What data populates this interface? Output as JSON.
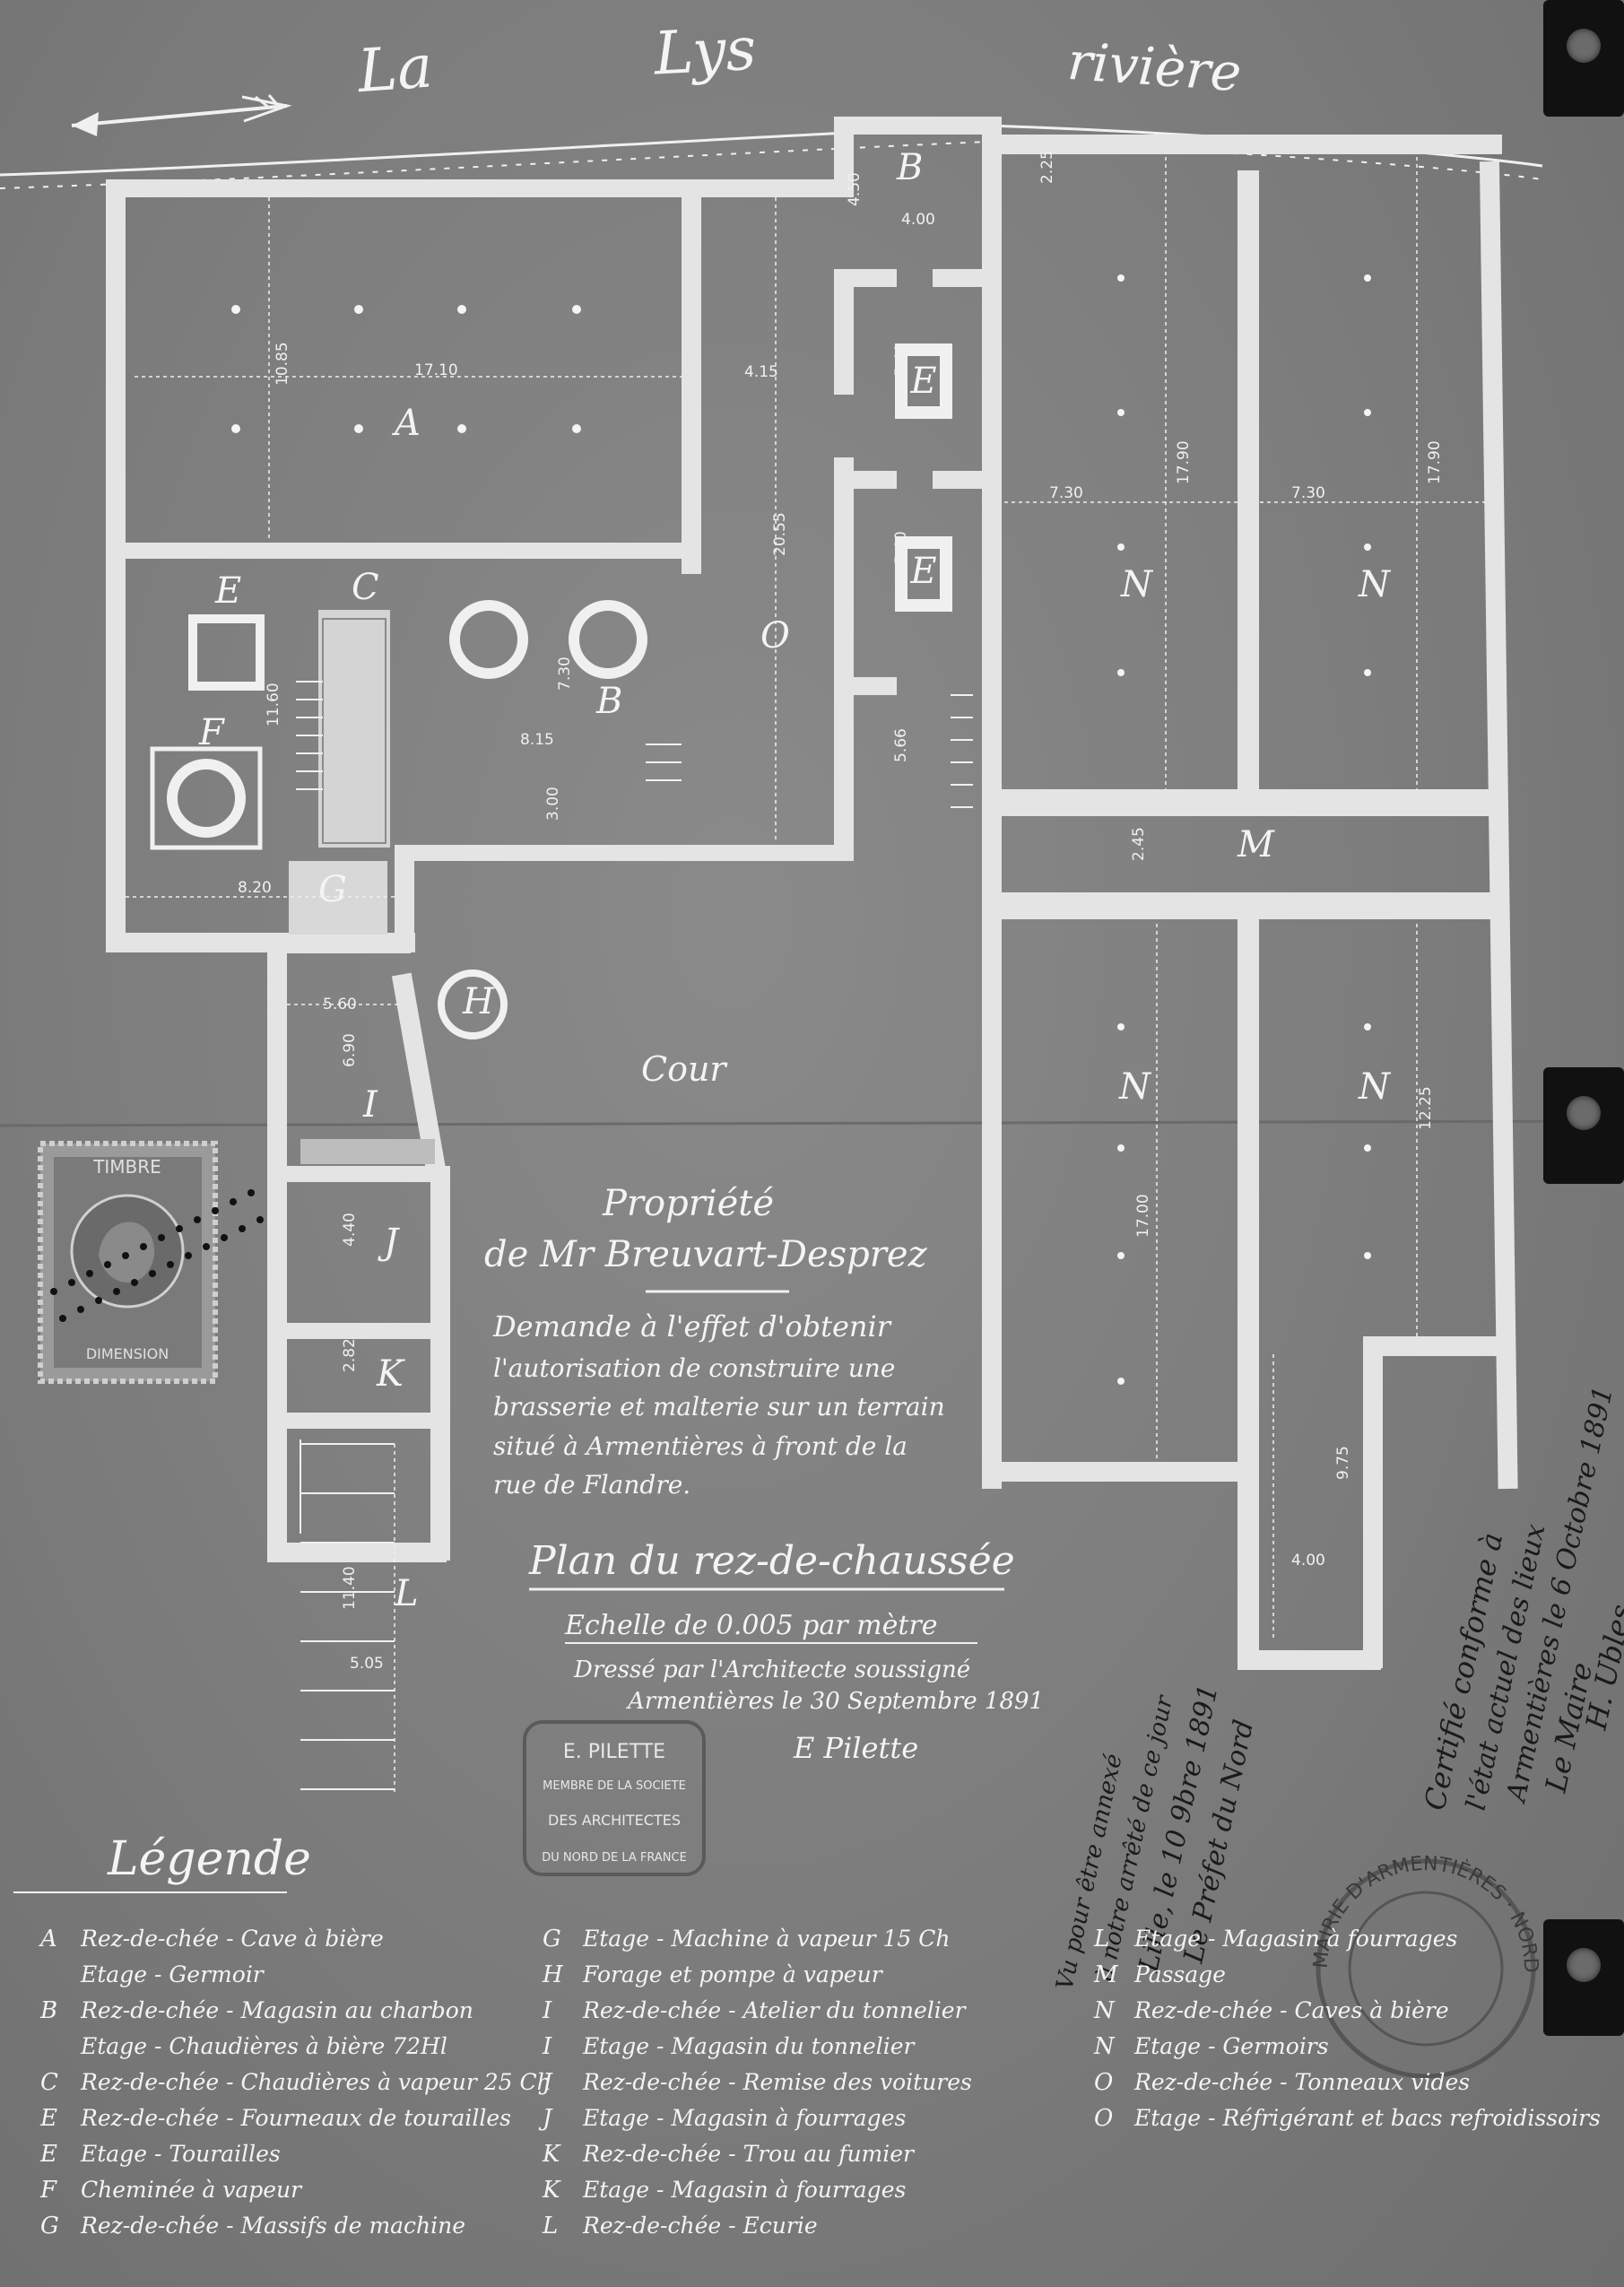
{
  "river": {
    "text": "La Lys rivière"
  },
  "rooms": {
    "A": "A",
    "B": "B",
    "B_top": "B",
    "C": "C",
    "E1": "E",
    "E2": "E",
    "E3": "E",
    "F": "F",
    "G": "G",
    "H": "H",
    "I": "I",
    "J": "J",
    "K": "K",
    "L": "L",
    "M": "M",
    "N1": "N",
    "N2": "N",
    "N3": "N",
    "N4": "N",
    "O": "O",
    "cour": "Cour"
  },
  "dimensions": {
    "a_width": "17.10",
    "a_height": "10.85",
    "b_top_h": "4.50",
    "b_top_w": "4.00",
    "o_width": "4.15",
    "o_height": "20.55",
    "e_h1": "5.40",
    "e_h2": "5.40",
    "o_h3": "5.66",
    "c_width": "8.15",
    "c_h": "7.30",
    "f_h": "11.60",
    "g_w": "8.20",
    "stairs_w": "3.00",
    "n_w1": "7.30",
    "n_h1": "17.90",
    "n_w2": "7.30",
    "n_h2": "17.90",
    "n_top": "2.25",
    "m_h": "2.45",
    "n_h3": "17.00",
    "n_h4": "12.25",
    "n_b_h": "9.75",
    "n_b_w": "4.00",
    "i_w": "5.60",
    "i_h": "6.90",
    "j_h": "4.40",
    "k_h": "2.82",
    "l_h": "11.40",
    "l_w": "5.05"
  },
  "title_block": {
    "line1": "Propriété",
    "line2": "de Mr Breuvart-Desprez",
    "demande_1": "Demande à l'effet d'obtenir",
    "demande_2": "l'autorisation de construire une",
    "demande_3": "brasserie et malterie sur un terrain",
    "demande_4": "situé à Armentières à front de la",
    "demande_5": "rue de Flandre.",
    "plan_title": "Plan du rez-de-chaussée",
    "scale": "Echelle de 0.005 par mètre",
    "dresse_1": "Dressé par l'Architecte soussigné",
    "dresse_2": "Armentières le 30 Septembre 1891",
    "signature": "E Pilette"
  },
  "stamps": {
    "timbre_top": "TIMBRE",
    "timbre_bottom": "DIMENSION",
    "architect_1": "E. PILETTE",
    "architect_2": "MEMBRE DE LA SOCIETE",
    "architect_3": "DES ARCHITECTES",
    "architect_4": "DU NORD DE LA FRANCE",
    "mairie_ring": "MAIRIE D'ARMENTIÈRES · NORD"
  },
  "annotations": {
    "prefect_1": "Vu pour être annexé",
    "prefect_2": "à notre arrêté de ce jour",
    "prefect_3": "Lille, le 10 9bre 1891",
    "prefect_4": "Le Préfet du Nord",
    "mayor_1": "Certifié conforme à",
    "mayor_2": "l'état actuel des lieux",
    "mayor_3": "Armentières le 6 Octobre 1891",
    "mayor_4": "Le Maire",
    "mayor_5": "H. Ubles"
  },
  "legend": {
    "title": "Légende",
    "col1": [
      {
        "key": "A",
        "text": "Rez-de-chée - Cave à bière"
      },
      {
        "key": "",
        "text": "Etage - Germoir"
      },
      {
        "key": "B",
        "text": "Rez-de-chée - Magasin au charbon"
      },
      {
        "key": "",
        "text": "Etage - Chaudières à bière 72Hl"
      },
      {
        "key": "C",
        "text": "Rez-de-chée - Chaudières à vapeur 25 Ch"
      },
      {
        "key": "E",
        "text": "Rez-de-chée - Fourneaux de tourailles"
      },
      {
        "key": "E",
        "text": "Etage - Tourailles"
      },
      {
        "key": "F",
        "text": "Cheminée à vapeur"
      },
      {
        "key": "G",
        "text": "Rez-de-chée - Massifs de machine"
      }
    ],
    "col2": [
      {
        "key": "G",
        "text": "Etage - Machine à vapeur 15 Ch"
      },
      {
        "key": "H",
        "text": "Forage et pompe à vapeur"
      },
      {
        "key": "I",
        "text": "Rez-de-chée - Atelier du tonnelier"
      },
      {
        "key": "I",
        "text": "Etage - Magasin du tonnelier"
      },
      {
        "key": "J",
        "text": "Rez-de-chée - Remise des voitures"
      },
      {
        "key": "J",
        "text": "Etage - Magasin à fourrages"
      },
      {
        "key": "K",
        "text": "Rez-de-chée - Trou au fumier"
      },
      {
        "key": "K",
        "text": "Etage - Magasin à fourrages"
      },
      {
        "key": "L",
        "text": "Rez-de-chée - Ecurie"
      }
    ],
    "col3": [
      {
        "key": "L",
        "text": "Etage - Magasin à fourrages"
      },
      {
        "key": "M",
        "text": "Passage"
      },
      {
        "key": "N",
        "text": "Rez-de-chée - Caves à bière"
      },
      {
        "key": "N",
        "text": "Etage - Germoirs"
      },
      {
        "key": "O",
        "text": "Rez-de-chée - Tonneaux vides"
      },
      {
        "key": "O",
        "text": "Etage - Réfrigérant et bacs refroidissoirs"
      }
    ]
  }
}
